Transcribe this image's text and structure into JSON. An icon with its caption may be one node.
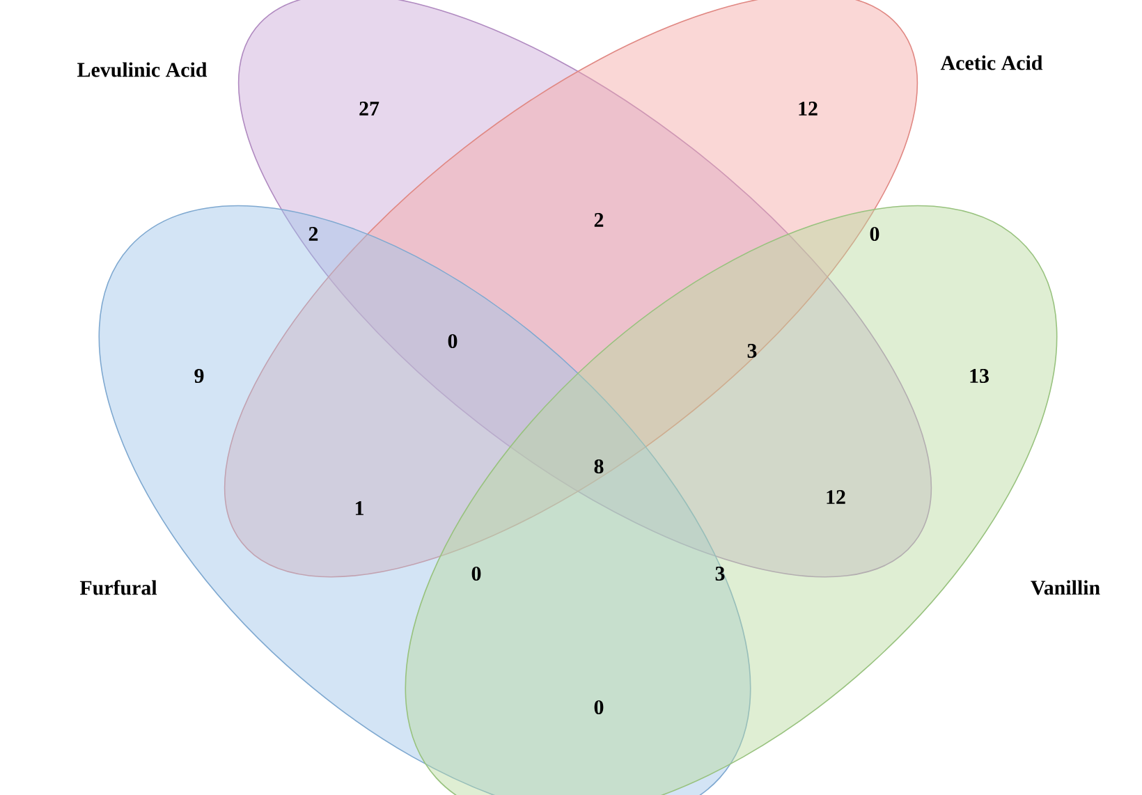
{
  "diagram": {
    "nodes": [
      {
        "text": [
          "Levulinic Acid"
        ]
      },
      {
        "text": [
          "Acetic Acid"
        ]
      },
      {
        "text": [
          "Furfural"
        ]
      },
      {
        "text": [
          "Vanillin"
        ]
      }
    ],
    "labels": [
      "27",
      "12",
      "2",
      "2",
      "0",
      "9",
      "0",
      "3",
      "13",
      "8",
      "1",
      "12",
      "0",
      "3",
      "0"
    ]
  }
}
